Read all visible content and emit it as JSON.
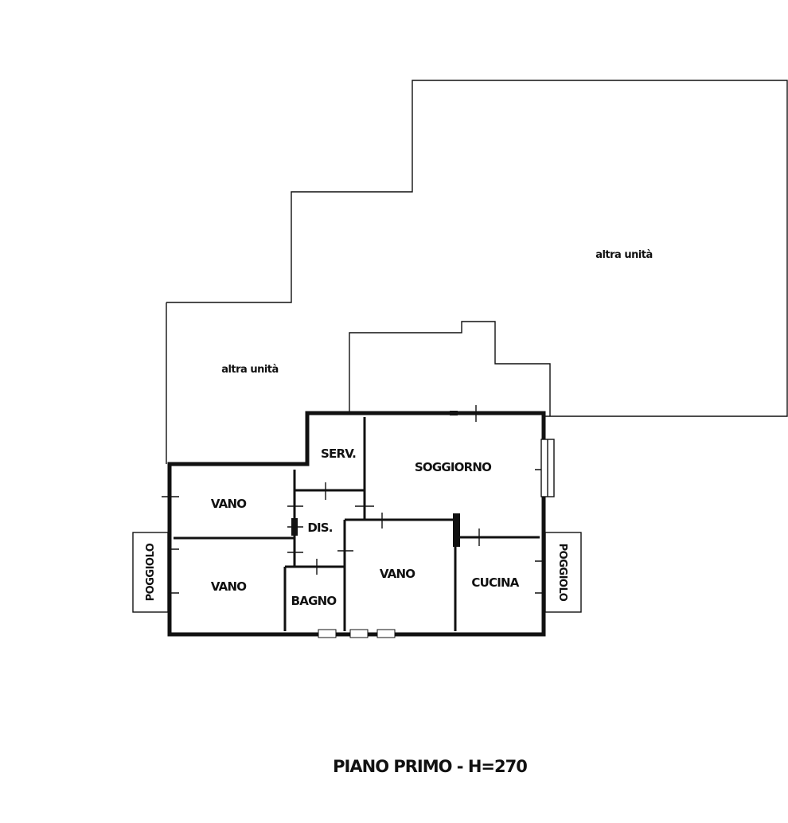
{
  "plan": {
    "title": "PIANO PRIMO - H=270",
    "neighbor_left": "altra unità",
    "neighbor_right": "altra unità",
    "rooms": {
      "serv": "SERV.",
      "soggiorno": "SOGGIORNO",
      "vano_top": "VANO",
      "dis": "DIS.",
      "vano_bottom_left": "VANO",
      "bagno": "BAGNO",
      "vano_center": "VANO",
      "cucina": "CUCINA",
      "poggiolo_left": "POGGIOLO",
      "poggiolo_right": "POGGIOLO"
    }
  }
}
